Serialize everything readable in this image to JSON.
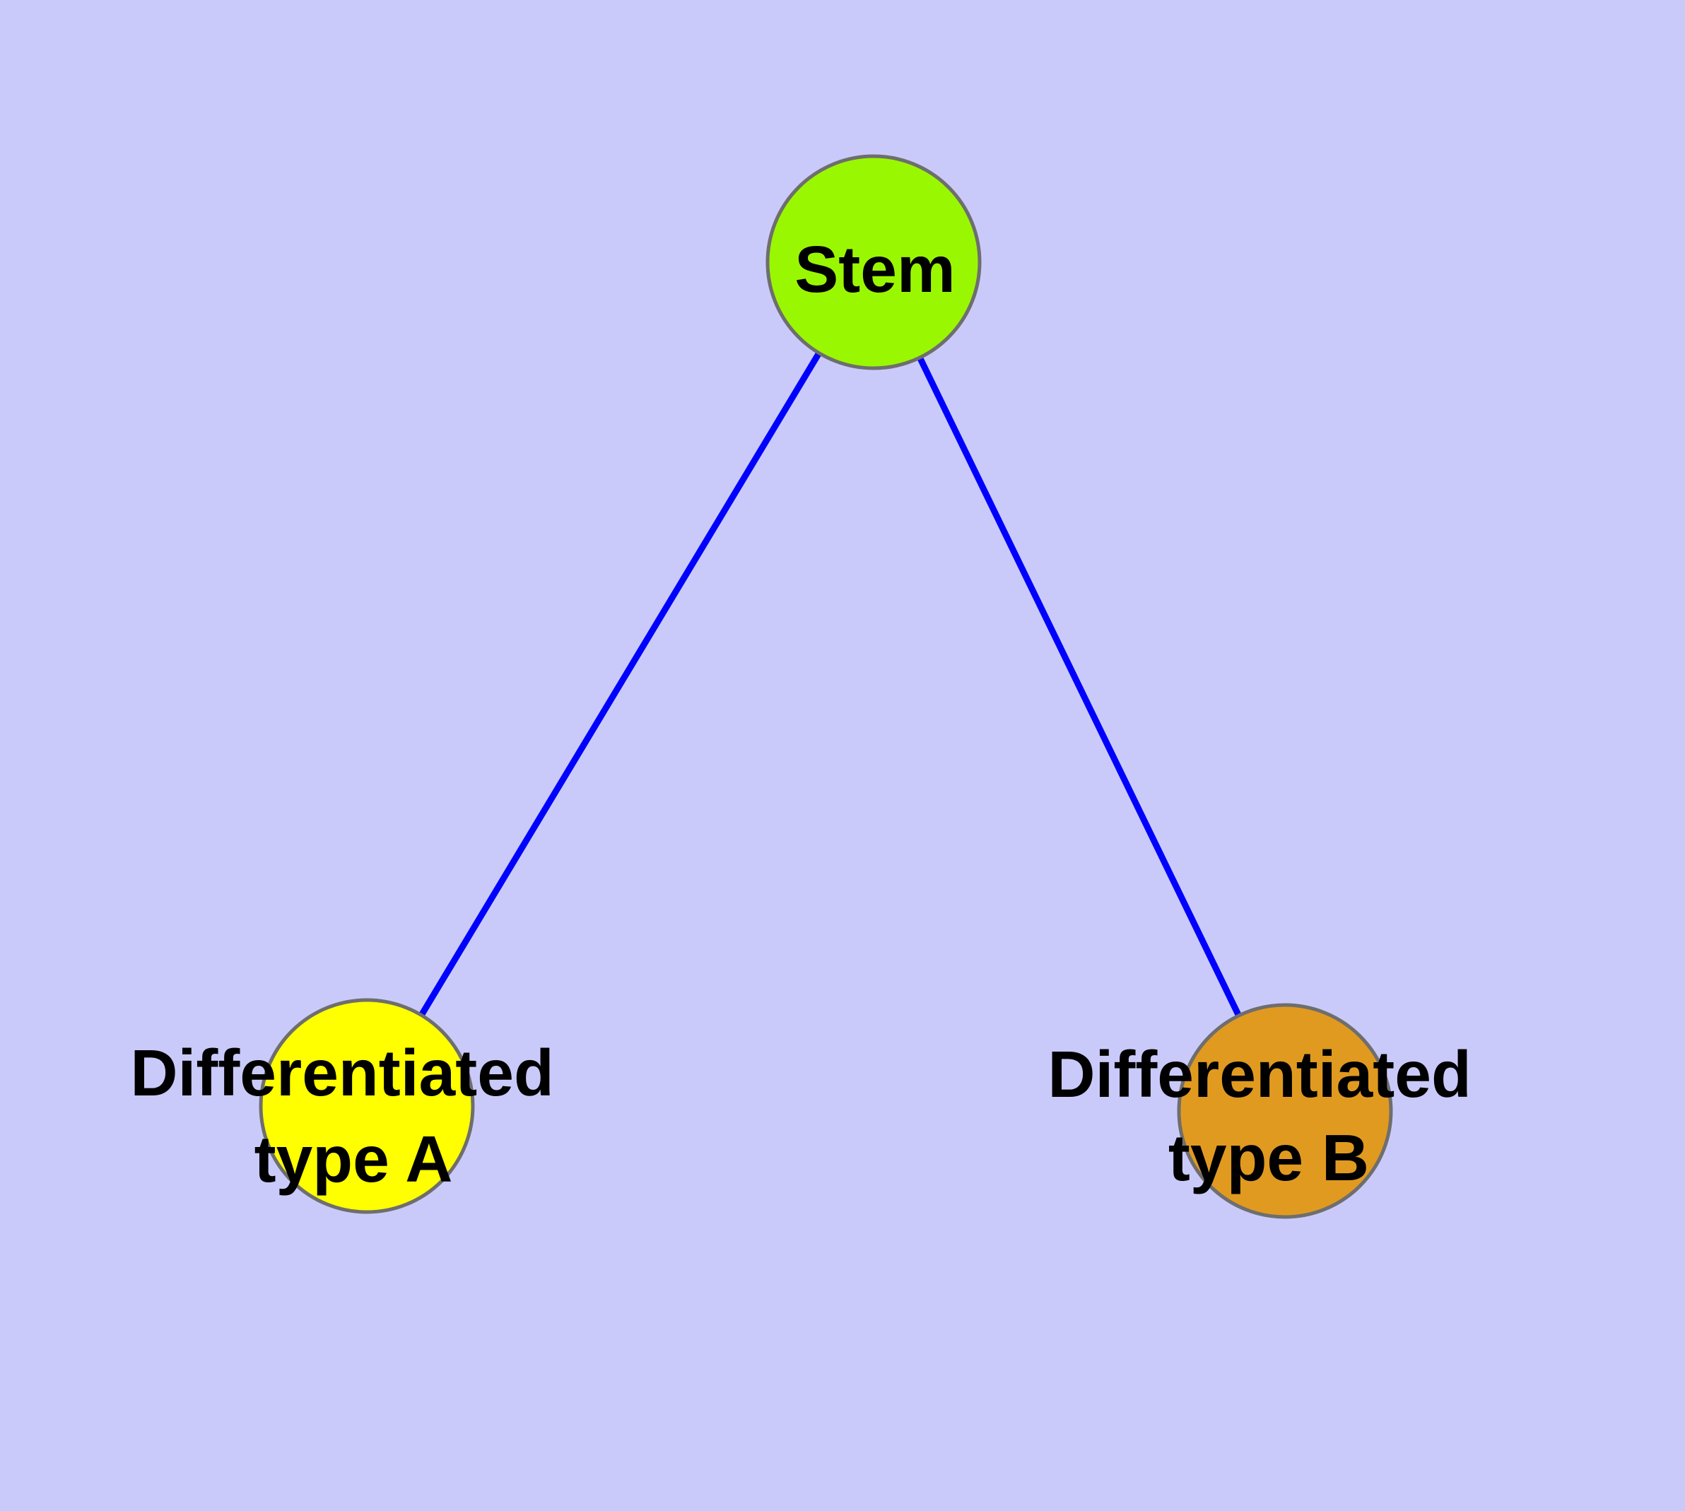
{
  "diagram": {
    "background_color": "#CACAFA",
    "edge_color": "#0000FF",
    "node_border_color": "#6E6E6E",
    "label_color": "#000000",
    "nodes": {
      "stem": {
        "label": "Stem",
        "fill": "#9AF702"
      },
      "type_a": {
        "label_line1": "Differentiated",
        "label_line2": "type A",
        "fill": "#FFFF00"
      },
      "type_b": {
        "label_line1": "Differentiated",
        "label_line2": "type B",
        "fill": "#E19A20"
      }
    },
    "edges": [
      {
        "from": "Stem",
        "to": "Differentiated type A"
      },
      {
        "from": "Stem",
        "to": "Differentiated type B"
      }
    ]
  }
}
